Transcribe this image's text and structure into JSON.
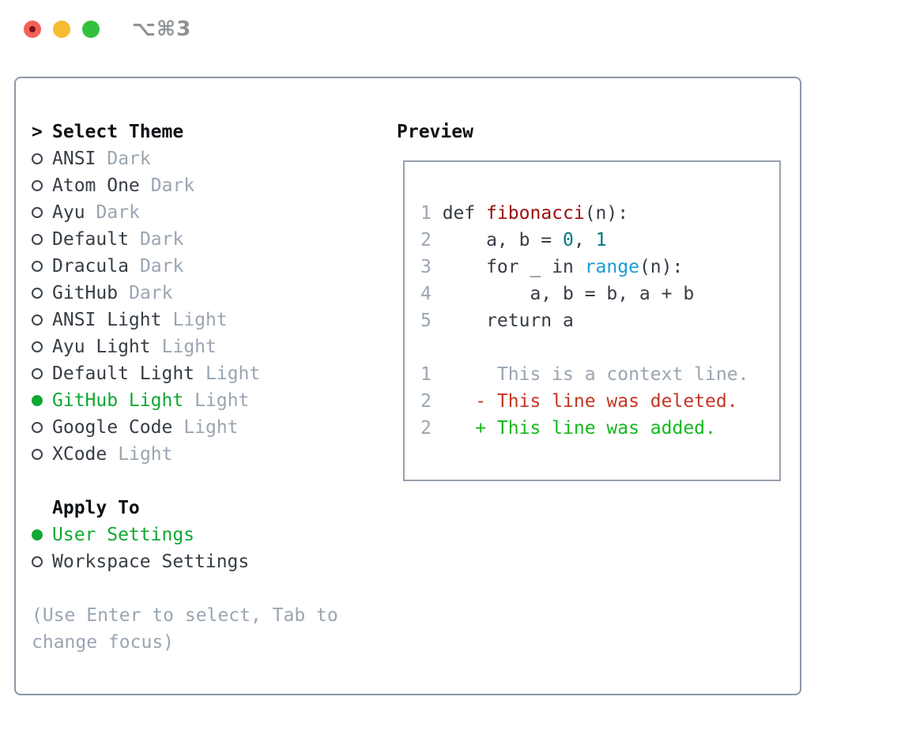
{
  "window": {
    "title": "⌥⌘3",
    "traffic_lights": [
      {
        "name": "close",
        "color": "#f4615a"
      },
      {
        "name": "minimize",
        "color": "#f6bb30"
      },
      {
        "name": "zoom",
        "color": "#33c13d"
      }
    ]
  },
  "theme_picker": {
    "prompt": ">",
    "title": "Select Theme",
    "items": [
      {
        "name": "ANSI",
        "variant": "Dark",
        "selected": false
      },
      {
        "name": "Atom One",
        "variant": "Dark",
        "selected": false
      },
      {
        "name": "Ayu",
        "variant": "Dark",
        "selected": false
      },
      {
        "name": "Default",
        "variant": "Dark",
        "selected": false
      },
      {
        "name": "Dracula",
        "variant": "Dark",
        "selected": false
      },
      {
        "name": "GitHub",
        "variant": "Dark",
        "selected": false
      },
      {
        "name": "ANSI Light",
        "variant": "Light",
        "selected": false
      },
      {
        "name": "Ayu Light",
        "variant": "Light",
        "selected": false
      },
      {
        "name": "Default Light",
        "variant": "Light",
        "selected": false
      },
      {
        "name": "GitHub Light",
        "variant": "Light",
        "selected": true
      },
      {
        "name": "Google Code",
        "variant": "Light",
        "selected": false
      },
      {
        "name": "XCode",
        "variant": "Light",
        "selected": false
      }
    ],
    "apply_to": {
      "title": "Apply To",
      "options": [
        {
          "name": "User Settings",
          "selected": true
        },
        {
          "name": "Workspace Settings",
          "selected": false
        }
      ]
    },
    "hint": "(Use Enter to select, Tab to change focus)"
  },
  "preview": {
    "title": "Preview",
    "code_lines": [
      {
        "num": "1",
        "segments": [
          {
            "text": "def ",
            "style": "plain"
          },
          {
            "text": "fibonacci",
            "style": "function"
          },
          {
            "text": "(n):",
            "style": "plain"
          }
        ]
      },
      {
        "num": "2",
        "segments": [
          {
            "text": "    a, b = ",
            "style": "plain"
          },
          {
            "text": "0",
            "style": "number"
          },
          {
            "text": ", ",
            "style": "plain"
          },
          {
            "text": "1",
            "style": "number"
          }
        ]
      },
      {
        "num": "3",
        "segments": [
          {
            "text": "    for _ in ",
            "style": "plain"
          },
          {
            "text": "range",
            "style": "builtin"
          },
          {
            "text": "(n):",
            "style": "plain"
          }
        ]
      },
      {
        "num": "4",
        "segments": [
          {
            "text": "        a, b = b, a + b",
            "style": "plain"
          }
        ]
      },
      {
        "num": "5",
        "segments": [
          {
            "text": "    return a",
            "style": "plain"
          }
        ]
      },
      {
        "num": "",
        "segments": []
      },
      {
        "num": "1",
        "segments": [
          {
            "text": "     This is a context line.",
            "style": "context"
          }
        ]
      },
      {
        "num": "2",
        "segments": [
          {
            "text": "   - This line was deleted.",
            "style": "deleted"
          }
        ]
      },
      {
        "num": "2",
        "segments": [
          {
            "text": "   + This line was added.",
            "style": "added"
          }
        ]
      }
    ]
  },
  "colors": {
    "accent_green": "#10a733",
    "added_green": "#14b81e",
    "deleted_red": "#c43524",
    "function_red": "#9c0d0d",
    "number_teal": "#00797d",
    "builtin_blue": "#1a9bd7",
    "muted_gray": "#9aa5b2",
    "text_dark": "#363d45",
    "panel_border": "#8d98a7",
    "traffic_red": "#f4615a",
    "traffic_yellow": "#f6bb30",
    "traffic_green": "#33c13d"
  }
}
